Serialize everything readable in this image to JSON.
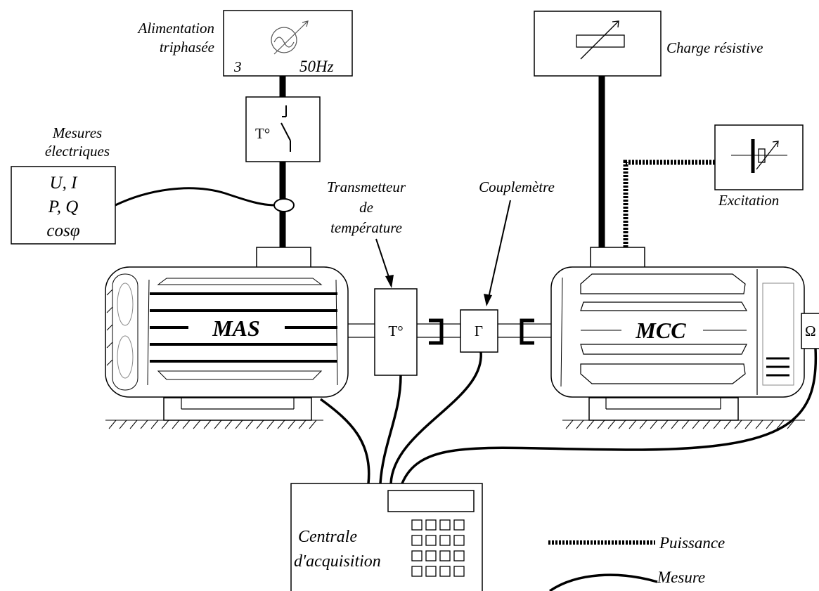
{
  "supply": {
    "label_line1": "Alimentation",
    "label_line2": "triphasée",
    "phase_count": "3",
    "frequency": "50Hz"
  },
  "breaker": {
    "label": "T°"
  },
  "measures": {
    "title_line1": "Mesures",
    "title_line2": "électriques",
    "line1": "U, I",
    "line2": "P, Q",
    "line3": "cosφ"
  },
  "load": {
    "label": "Charge résistive"
  },
  "excitation": {
    "label": "Excitation"
  },
  "temp_transmitter": {
    "label_line1": "Transmetteur",
    "label_line2": "de",
    "label_line3": "température",
    "box_label": "T°"
  },
  "torquemeter": {
    "label": "Couplemètre",
    "box_label": "Γ"
  },
  "mas": {
    "label": "MAS"
  },
  "mcc": {
    "label": "MCC"
  },
  "speed_sensor": {
    "label": "Ω"
  },
  "daq": {
    "label_line1": "Centrale",
    "label_line2": "d'acquisition"
  },
  "legend": {
    "power_label": "Puissance",
    "measure_label": "Mesure"
  }
}
